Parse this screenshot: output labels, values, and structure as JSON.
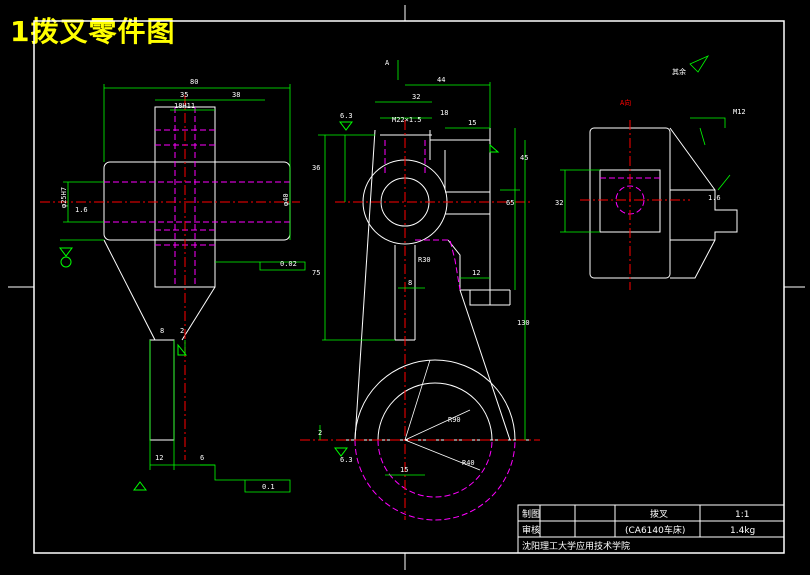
{
  "page": {
    "title": "1拨叉零件图"
  },
  "views": {
    "section_label": "A向",
    "section_marker": "A",
    "roughness_note": "其余"
  },
  "dimensions": {
    "left_view": [
      "80",
      "35",
      "18H11",
      "38",
      "φ25H7",
      "1.6",
      "φ40",
      "2",
      "8",
      "12",
      "6"
    ],
    "left_tolerances": [
      "0.02",
      "0.1"
    ],
    "front_view": [
      "6.3",
      "44",
      "32",
      "18",
      "15",
      "45",
      "M22×1.5",
      "36",
      "65",
      "75",
      "8",
      "12",
      "130",
      "R30",
      "R90",
      "R40",
      "15",
      "2",
      "6.3"
    ],
    "right_view": [
      "M12",
      "32",
      "1.6"
    ]
  },
  "title_block": {
    "cells": [
      "制图",
      "审核",
      "拨叉",
      "(CA6140车床)",
      "1:1",
      "1.4kg"
    ],
    "school": "沈阳理工大学应用技术学院"
  },
  "colors": {
    "background": "#000000",
    "outline": "#ffffff",
    "dimension": "#00ff00",
    "hidden": "#ff00ff",
    "center": "#ff0000",
    "title": "#ffff00"
  }
}
